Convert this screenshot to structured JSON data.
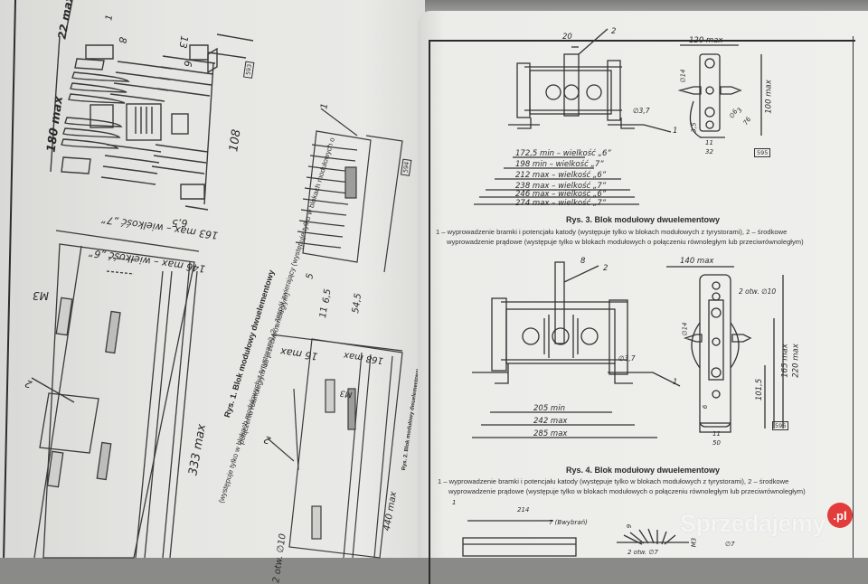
{
  "left_page": {
    "fig1": {
      "title": "Rys. 1. Blok modułowy dwuelementowy",
      "legend_line1": "(występuje tylko w blokach modułowych z tyrystorami), 2 – zespół zwierający (występuje tylko w blokach modułowych o",
      "legend_line2": "połączeniu równoległym lub przeciwrównoległym)",
      "legend_prefix": "1 – wyprowadzenie bramki i potencjału katody",
      "stamp": "593",
      "dimensions": {
        "d22max": "22 max",
        "d180max": "180 max",
        "d8": "8",
        "d13": "13",
        "d6": "6",
        "d108": "108",
        "d65": "6,5",
        "d146": "146 max – wielkość „6”",
        "d163": "163 max – wielkość „7”",
        "m3": "M3",
        "d333": "333 max",
        "label1": "1",
        "label2": "2"
      }
    },
    "fig2": {
      "title": "Rys. 2. Blok modułowy dwuelementowy",
      "stamp": "594",
      "dimensions": {
        "d16max": "16 max",
        "d168max": "168 max",
        "m3": "M3",
        "d5": "5",
        "d65": "6,5",
        "d11": "11",
        "d545": "54,5",
        "d440": "440 max",
        "holes": "2 otw. ∅10",
        "label1": "1",
        "label2": "2"
      }
    }
  },
  "right_page": {
    "fig3": {
      "title": "Rys. 3. Blok modułowy dwuelementowy",
      "legend_line1": "1 – wyprowadzenie bramki i potencjału katody (występuje tylko w blokach modułowych z tyrystorami), 2 – środkowe",
      "legend_line2": "wyprowadzenie prądowe (występuje tylko w blokach modułowych o połączeniu równoległym lub przeciwrównoległym)",
      "stamp": "595",
      "dimensions": {
        "d20": "20",
        "label2": "2",
        "label1": "1",
        "phi37": "∅3,7",
        "d120max": "120 max",
        "phi14": "∅14",
        "d100max": "100 max",
        "d35": "3,5",
        "d11": "11",
        "d32": "32",
        "phi6": "∅6",
        "d3": "3",
        "d76": "76",
        "rows": [
          "172,5 min – wielkość „6”",
          "198 min – wielkość „7”",
          "212 max – wielkość „6”",
          "238 max – wielkość „7”",
          "246 max – wielkość „6”",
          "274 max – wielkość „7”"
        ]
      }
    },
    "fig4": {
      "title": "Rys. 4. Blok modułowy dwuelementowy",
      "legend_line1": "1 – wyprowadzenie bramki i potencjału katody (występuje tylko w blokach modułowych z tyrystorami), 2 – środkowe",
      "legend_line2": "wyprowadzenie prądowe (występuje tylko w blokach modułowych o połączeniu równoległym lub przeciwrównoległym)",
      "stamp": "596",
      "dimensions": {
        "d8": "8",
        "label2": "2",
        "label1": "1",
        "phi37": "∅3,7",
        "d205": "205 min",
        "d242": "242 max",
        "d285": "285 max",
        "d140max": "140 max",
        "holes": "2 otw. ∅10",
        "phi14": "∅14",
        "d165": "165 max",
        "d220": "220 max",
        "d1015": "101,5",
        "d6": "6",
        "d11": "11",
        "d50": "50"
      }
    },
    "fig5_partial": {
      "label1": "1",
      "d214": "214",
      "d7": "7 (Bwybrań)",
      "d9": "9",
      "holes": "2 otw. ∅7",
      "phi7": "∅7",
      "m3": "M3"
    }
  },
  "watermark": {
    "text": "Sprzedajemy",
    "badge": ".pl",
    "badge_color": "#e23c3c"
  }
}
